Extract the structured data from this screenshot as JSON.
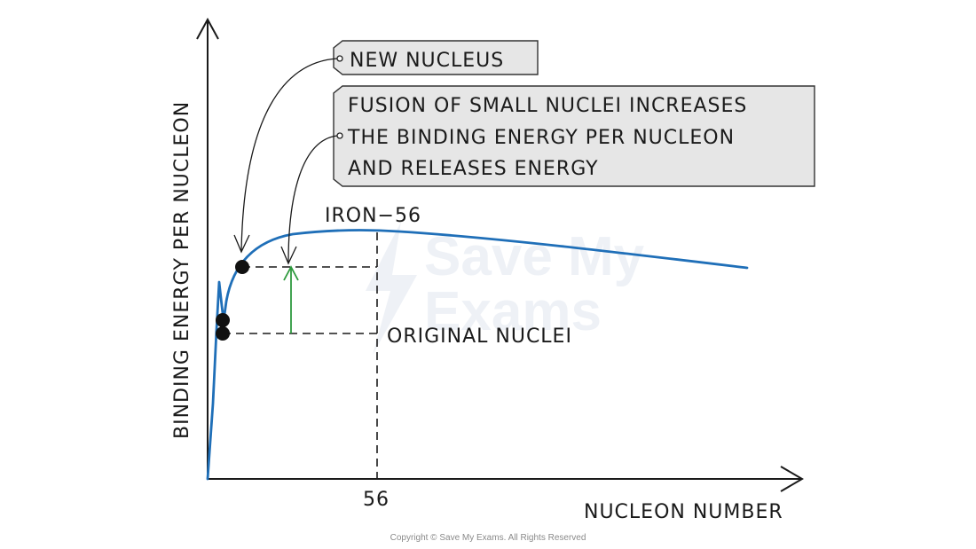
{
  "axes": {
    "y_label": "BINDING ENERGY PER NUCLEON",
    "x_label": "NUCLEON NUMBER",
    "x_tick": "56"
  },
  "labels": {
    "peak": "IRON−56",
    "original": "ORIGINAL NUCLEI"
  },
  "callouts": {
    "new_nucleus": "NEW NUCLEUS",
    "fusion_lines": [
      "FUSION OF SMALL NUCLEI INCREASES",
      "THE BINDING ENERGY PER NUCLEON",
      "AND RELEASES ENERGY"
    ]
  },
  "watermark": {
    "line1": "Save My",
    "line2": "Exams"
  },
  "copyright": "Copyright © Save My Exams. All Rights Reserved",
  "colors": {
    "curve": "#1f6fb8",
    "arrow_increase": "#2e9a3e",
    "callout_fill": "#e6e6e6",
    "ink": "#1a1a1a"
  }
}
